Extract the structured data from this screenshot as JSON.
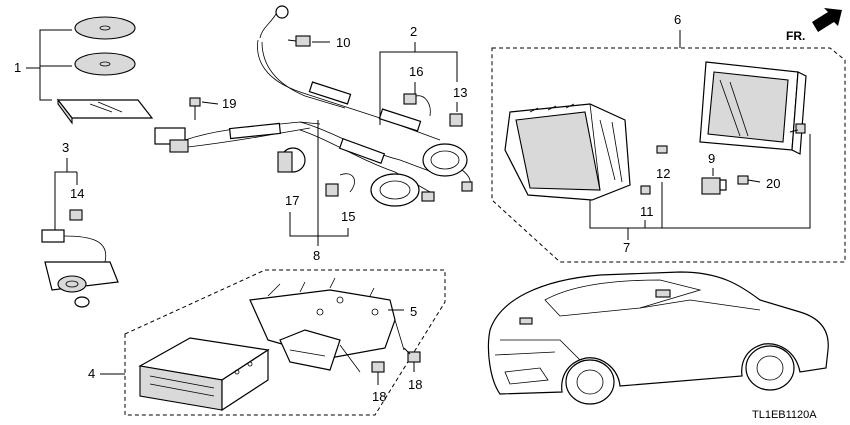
{
  "diagram": {
    "callouts": {
      "c1": "1",
      "c2": "2",
      "c3": "3",
      "c4": "4",
      "c5": "5",
      "c6": "6",
      "c7": "7",
      "c8": "8",
      "c9": "9",
      "c10": "10",
      "c11": "11",
      "c12": "12",
      "c13": "13",
      "c14": "14",
      "c15": "15",
      "c16": "16",
      "c17": "17",
      "c18a": "18",
      "c18b": "18",
      "c19": "19",
      "c20": "20"
    },
    "direction_label": "FR.",
    "diagram_code": "TL1EB1120A"
  }
}
